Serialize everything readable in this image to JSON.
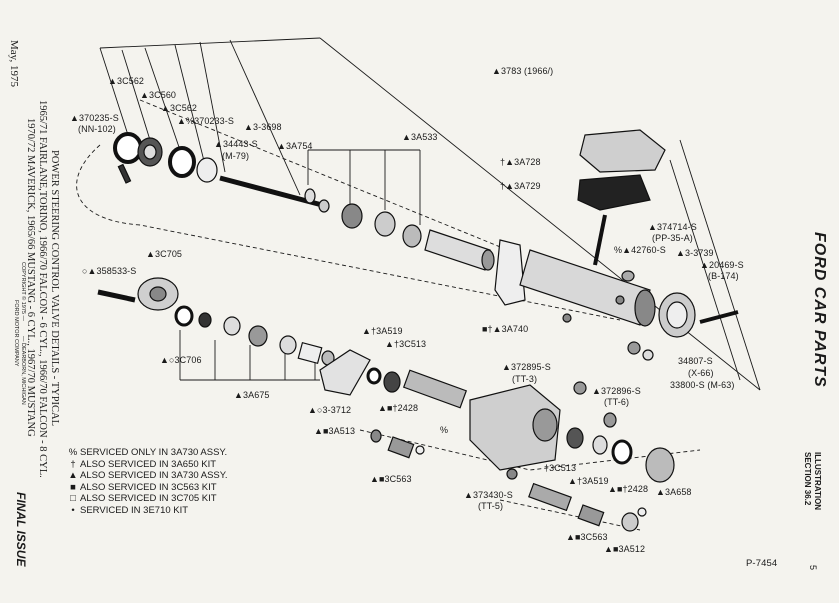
{
  "sidebar": {
    "date": "May, 1975",
    "title_line1": "POWER STEERING CONTROL VALVE DETAILS - TYPICAL",
    "title_line2": "1965/71 FAIRLANE,TORINO, 1966/70 FALCON - 6 CYL., 1966/70 FALCON - 8 CYL.",
    "title_line3": "1970/72 MAVERICK, 1965/66 MUSTANG - 6 CYL., 1967/70 MUSTANG",
    "copyright": "COPYRIGHT © 1975 —",
    "company": "FORD MOTOR COMPANY",
    "location": "— DEARBORN, MICHIGAN",
    "final_issue": "FINAL ISSUE"
  },
  "right_margin": {
    "brand": "FORD CAR PARTS",
    "illustration": "ILLUSTRATION",
    "section": "SECTION 36.2",
    "page_number": "5"
  },
  "figure_id": "P-7454",
  "callouts": {
    "c3783": "▲3783 (1966/)",
    "c3c562a": "▲3C562",
    "c3c560": "▲3C560",
    "c3c562b": "▲3C562",
    "c370235": "▲370235-S",
    "c370235b": "(NN-102)",
    "c370233": "▲%370233-S",
    "c3_3698": "▲3-3698",
    "c34443": "▲34443-S",
    "c34443b": "(M-79)",
    "c3a754": "▲3A754",
    "c3a533": "▲3A533",
    "c3a728": "†▲3A728",
    "c3a729": "†▲3A729",
    "c374714": "▲374714-S",
    "c374714b": "(PP-35-A)",
    "c42760": "%▲42760-S",
    "c3_3739": "▲3-3739",
    "c20469": "▲20469-S",
    "c20469b": "(B-174)",
    "c3c705": "▲3C705",
    "c358533": "○▲358533-S",
    "c3c706": "▲○3C706",
    "c3a675": "▲3A675",
    "c3a740": "■†▲3A740",
    "c3a519a": "▲†3A519",
    "c3c513a": "▲†3C513",
    "c3_3712": "▲○3-3712",
    "c2428a": "▲■†2428",
    "c3a513": "▲■3A513",
    "c372895": "▲372895-S",
    "c372895b": "(TT-3)",
    "c372896": "▲372896-S",
    "c372896b": "(TT-6)",
    "c34807": "34807-S",
    "c34807b": "(X-66)",
    "c33800": "33800-S (M-63)",
    "c3c563a": "▲■3C563",
    "c3c513b": "†3C513",
    "c3a519b": "▲†3A519",
    "c2428b": "▲■†2428",
    "c3a658": "▲3A658",
    "c373430": "▲373430-S",
    "c373430b": "(TT-5)",
    "c3c563b": "▲■3C563",
    "c3a512": "▲■3A512",
    "pct": "%"
  },
  "legend": [
    {
      "sym": "%",
      "text": "SERVICED ONLY IN 3A730 ASSY."
    },
    {
      "sym": "†",
      "text": "ALSO SERVICED IN 3A650 KIT"
    },
    {
      "sym": "▲",
      "text": "ALSO SERVICED IN 3A730 ASSY."
    },
    {
      "sym": "■",
      "text": "ALSO SERVICED IN 3C563 KIT"
    },
    {
      "sym": "□",
      "text": "ALSO SERVICED IN 3C705 KIT"
    },
    {
      "sym": "•",
      "text": "SERVICED IN 3E710 KIT"
    }
  ]
}
